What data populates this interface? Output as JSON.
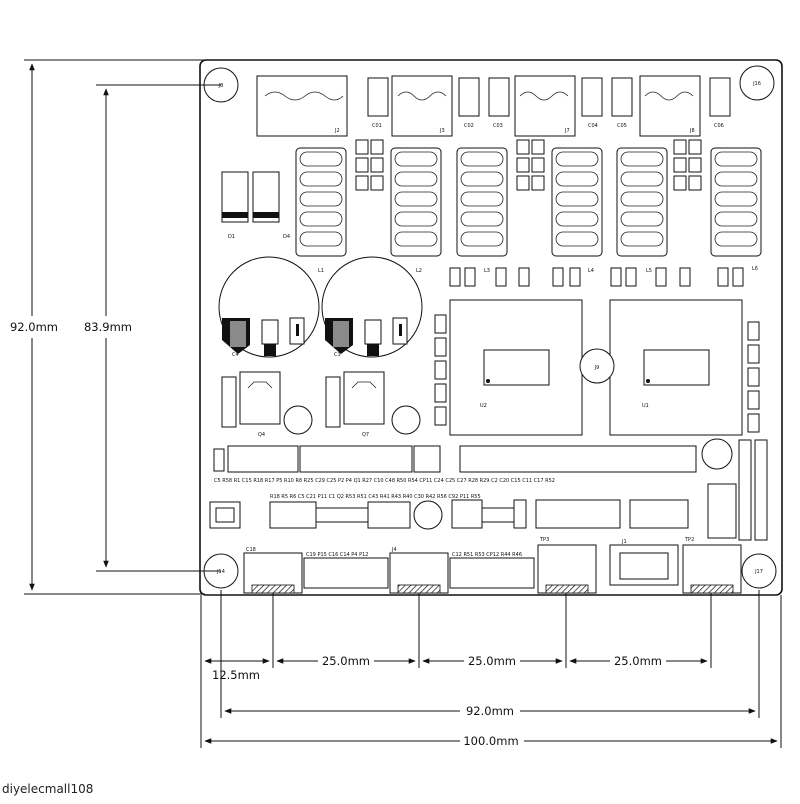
{
  "dimensions": {
    "height_outer": "92.0mm",
    "height_inner": "83.9mm",
    "edge_to_first": "12.5mm",
    "pitch_1": "25.0mm",
    "pitch_2": "25.0mm",
    "pitch_3": "25.0mm",
    "width_inner": "92.0mm",
    "width_outer": "100.0mm"
  },
  "holes": {
    "top_left": "J8",
    "top_right": "J16",
    "bottom_left": "J14",
    "bottom_right": "J17",
    "center": "J9"
  },
  "connectors_top": [
    "J2",
    "J3",
    "J7",
    "J8"
  ],
  "caps_top": [
    "C01",
    "C02",
    "C03",
    "C04",
    "C05",
    "C06"
  ],
  "inductors": [
    "L1",
    "L2",
    "L3",
    "L4",
    "L5",
    "L6"
  ],
  "ic_labels": [
    "U2",
    "U1"
  ],
  "diodes": [
    "D1",
    "D4"
  ],
  "electrolytics": [
    "C4",
    "C3"
  ],
  "regulators": [
    "Q4",
    "Q7"
  ],
  "row1_labels": "C5 R58 R1 C15 R18 R17 P5 R10 R8 R25 C29 C25 P2 P4 Q1 R27 C10 C48 R50 R54 CP11 C24 C25 C27 R28 R29 C2 C20 C15 C11 C17 R52",
  "row2_labels": "R18 R5 R6 C5 C21 P11 C1 Q2 R53 R51 C43 R41 R43 R40 C30 R42 R56 C92 P11 R55",
  "bottom_row_labels": [
    "C18",
    "C19 P15 C16 C14 P4 P12",
    "J4",
    "C12 R51 R53 CP12 R44 R46",
    "TP3",
    "J1",
    "TP2"
  ],
  "watermark": "diyelecmall108",
  "colors": {
    "ink": "#111111",
    "pad_gray": "#8a8a8a",
    "background": "#ffffff"
  }
}
